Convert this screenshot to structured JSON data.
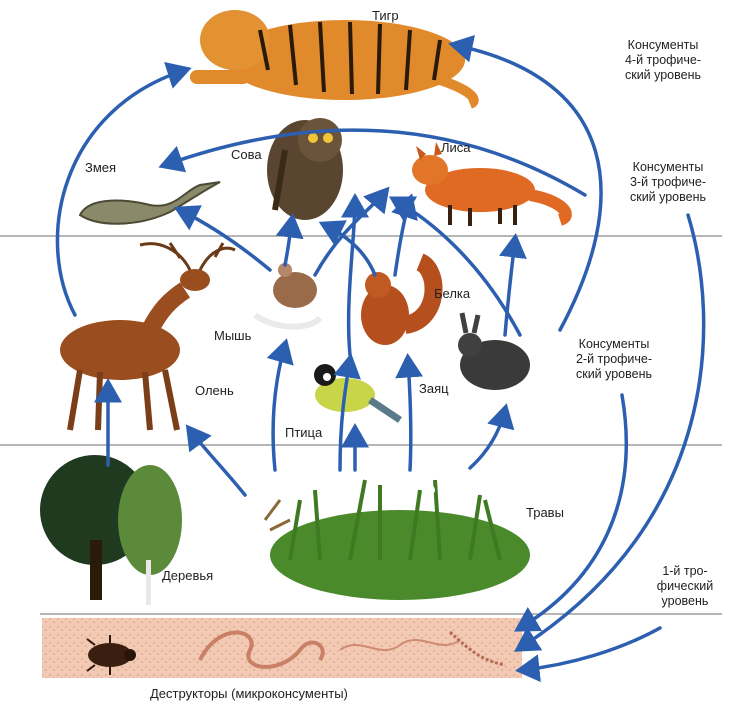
{
  "organisms": {
    "tiger": "Тигр",
    "snake": "Змея",
    "owl": "Сова",
    "fox": "Лиса",
    "mouse": "Мышь",
    "squirrel": "Белка",
    "deer": "Олень",
    "hare": "Заяц",
    "bird": "Птица",
    "grasses": "Травы",
    "trees": "Деревья"
  },
  "levels": {
    "consumers_4": "Консументы\n4-й трофиче-\nский уровень",
    "consumers_3": "Консументы\n3-й трофиче-\nский уровень",
    "consumers_2": "Консументы\n2-й трофиче-\nский уровень",
    "producers_1": "1-й тро-\nфический\nуровень"
  },
  "decomposers": "Деструкторы (микроконсументы)",
  "colors": {
    "arrow": "#2d5fb0",
    "soil": "#f2c9b3",
    "divider": "#8a8a8a"
  }
}
